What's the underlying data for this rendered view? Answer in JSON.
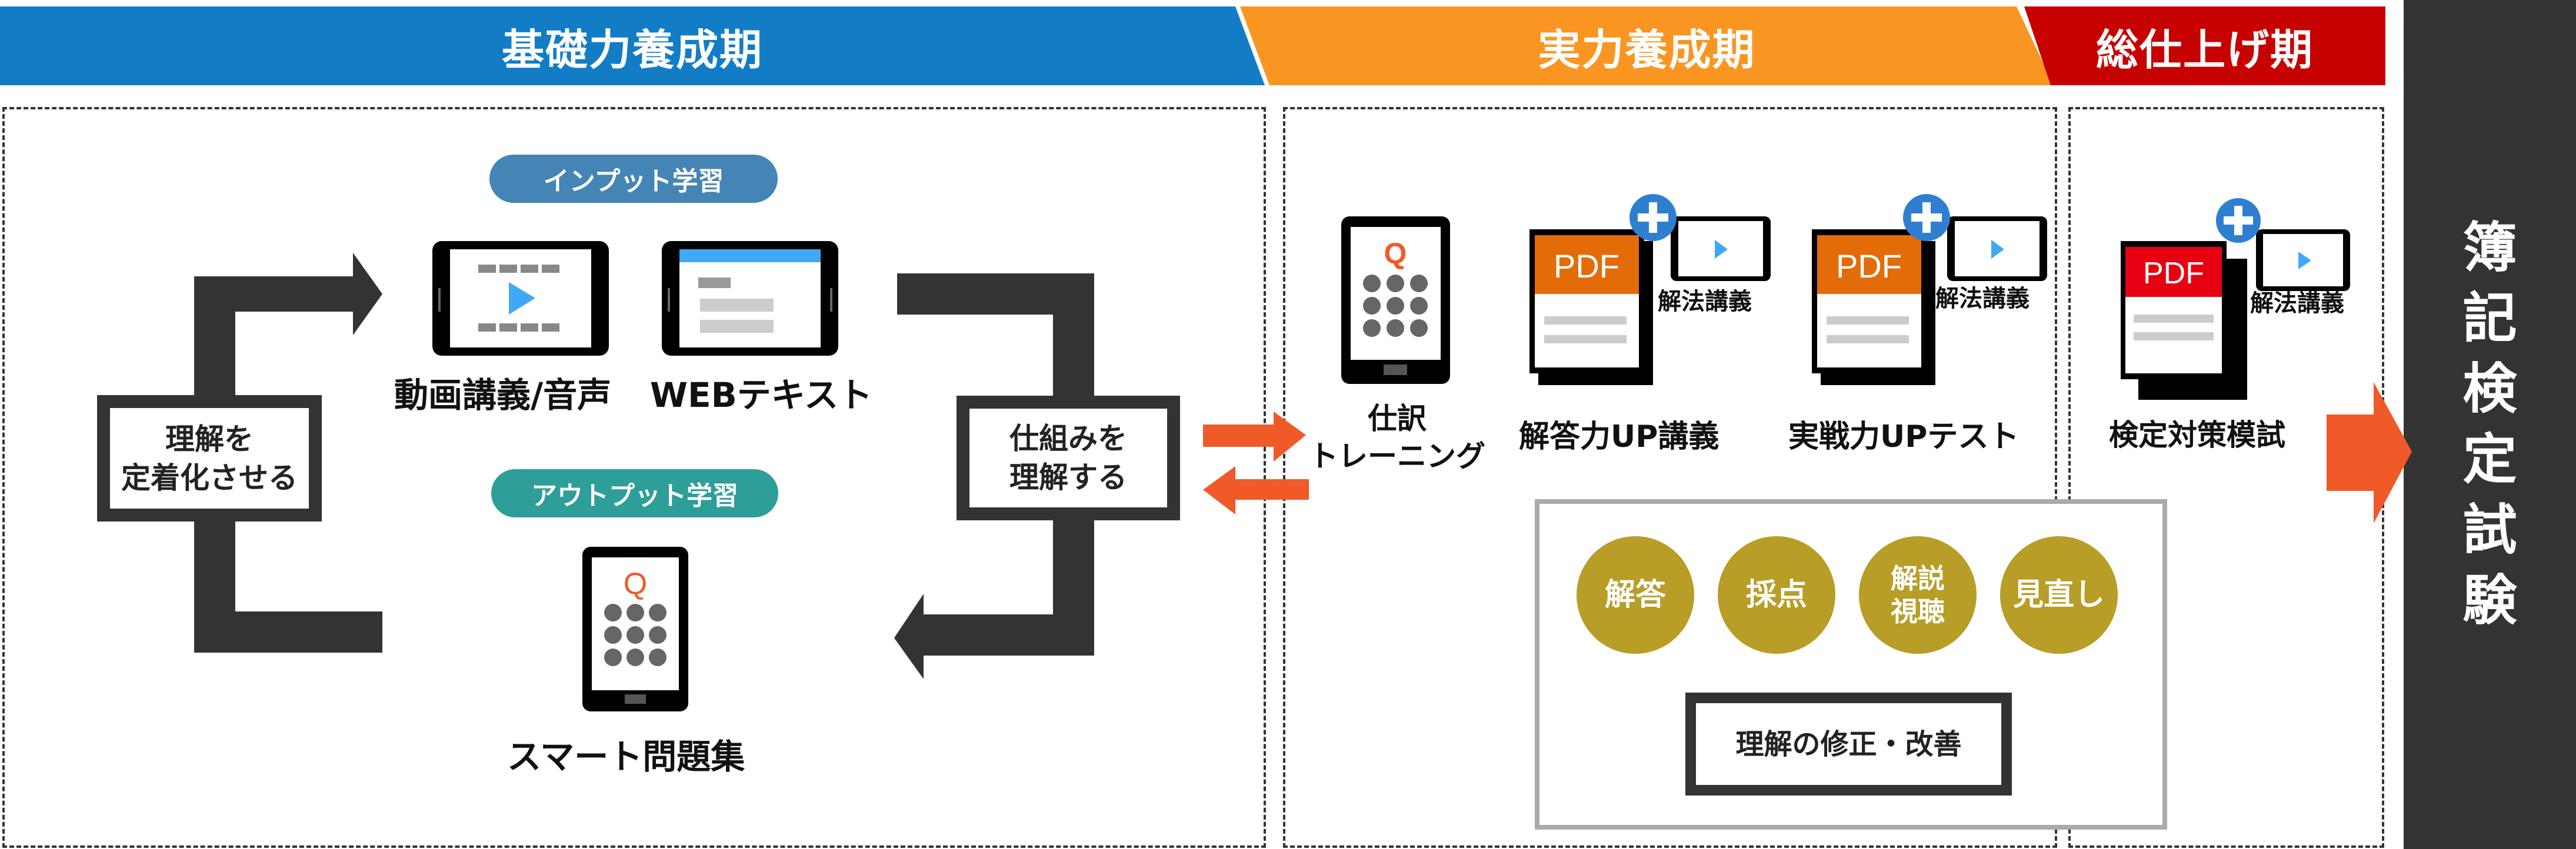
{
  "phases": {
    "basic": {
      "label": "基礎力養成期",
      "color": "#127dc5"
    },
    "practical": {
      "label": "実力養成期",
      "color": "#f99622"
    },
    "final": {
      "label": "総仕上げ期",
      "color": "#c70000"
    }
  },
  "exam": {
    "chars": [
      "簿",
      "記",
      "検",
      "定",
      "試",
      "験"
    ]
  },
  "basic_section": {
    "input_pill": "インプット学習",
    "output_pill": "アウトプット学習",
    "video_label": "動画講義/音声",
    "web_label": "WEBテキスト",
    "smart_label": "スマート問題集",
    "left_box": [
      "理解を",
      "定着化させる"
    ],
    "right_box": [
      "仕組みを",
      "理解する"
    ]
  },
  "practical_section": {
    "training_label": [
      "仕訳",
      "トレーニング"
    ],
    "lecture_label": "解答力UP講義",
    "test_label": "実戦力UPテスト",
    "pdf_text": "PDF",
    "solution_label": "解法講義",
    "cycle": [
      "解答",
      "採点",
      "解説\n視聴",
      "見直し"
    ],
    "cycle_result": "理解の修正・改善"
  },
  "final_section": {
    "mock_label": "検定対策模試",
    "pdf_text": "PDF",
    "solution_label": "解法講義"
  },
  "colors": {
    "accent_orange": "#f05a28",
    "pdf_orange": "#e36c09",
    "pdf_red": "#e60012",
    "play_blue": "#3fa9f5",
    "plus_blue": "#2f7fd1",
    "gold": "#b89d27",
    "dark": "#333333"
  }
}
